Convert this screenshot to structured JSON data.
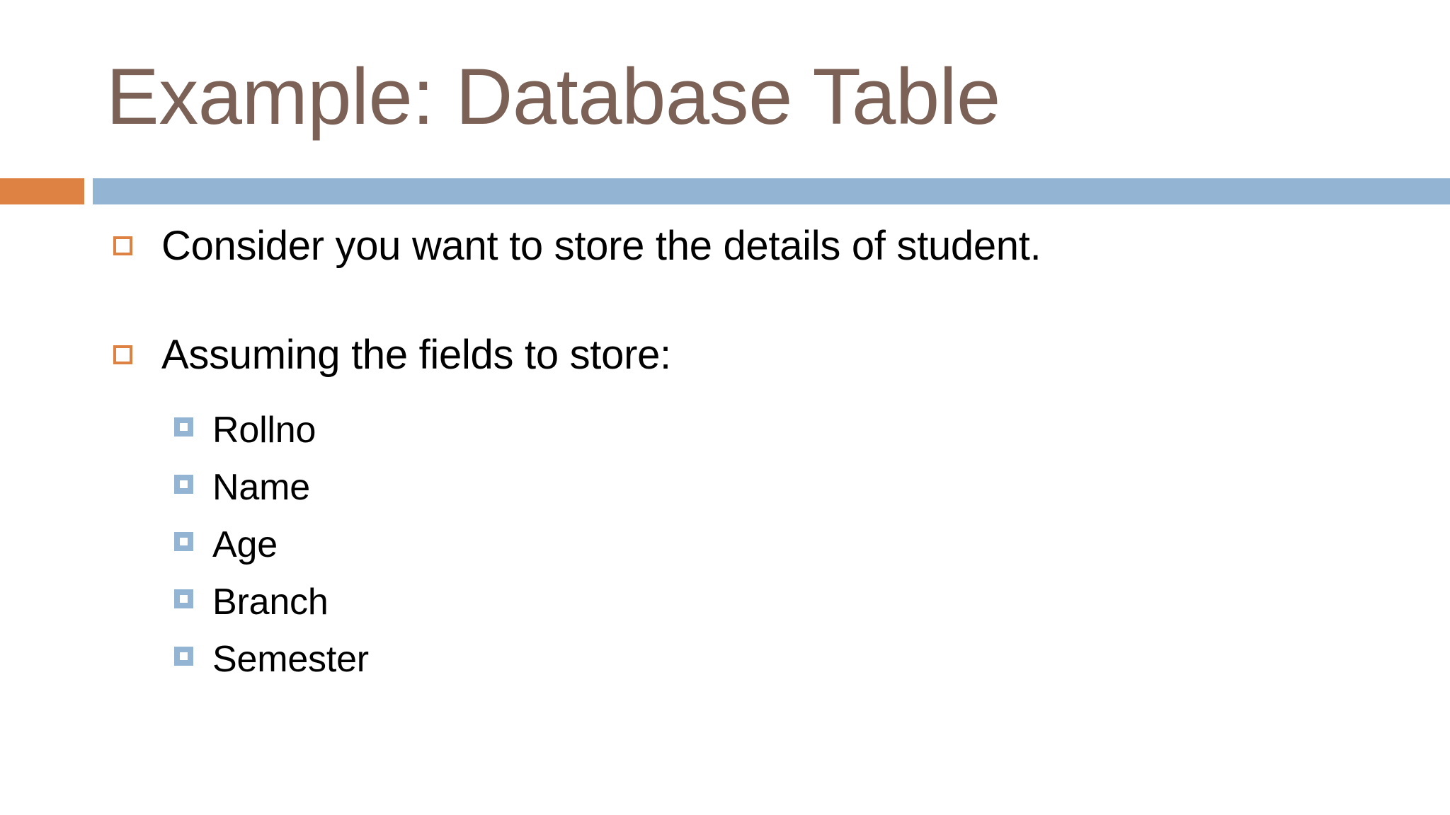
{
  "slide": {
    "title": "Example: Database Table",
    "title_color": "#7B6156",
    "background_color": "#FFFFFF",
    "accent_bar_orange_color": "#DE8244",
    "accent_bar_blue_color": "#93B4D2",
    "body_text_color": "#000000"
  },
  "body": {
    "bullets": [
      {
        "level": 1,
        "marker": "hollow-square-orange",
        "text": "Consider you want to store the details of student."
      },
      {
        "level": 1,
        "marker": "hollow-square-orange",
        "text": "Assuming the fields to store:"
      }
    ],
    "sub_bullets": [
      {
        "level": 2,
        "marker": "filled-square-blue",
        "text": "Rollno"
      },
      {
        "level": 2,
        "marker": "filled-square-blue",
        "text": "Name"
      },
      {
        "level": 2,
        "marker": "filled-square-blue",
        "text": "Age"
      },
      {
        "level": 2,
        "marker": "filled-square-blue",
        "text": "Branch"
      },
      {
        "level": 2,
        "marker": "filled-square-blue",
        "text": "Semester"
      }
    ]
  }
}
